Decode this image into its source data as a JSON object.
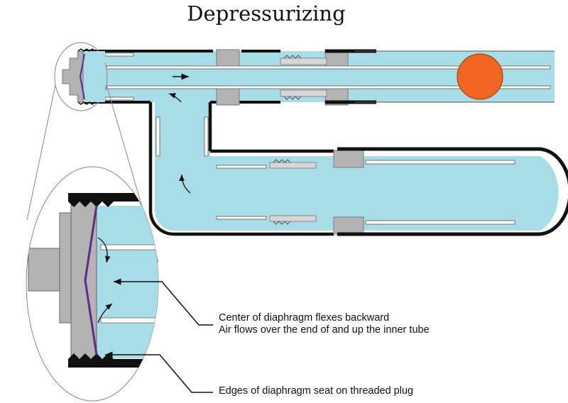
{
  "title": "Depressurizing",
  "annotations": [
    "Center of diaphragm flexes backward",
    "Air flows over the end of and up the inner tube",
    "Edges of diaphragm seat on threaded plug"
  ],
  "colors": {
    "air": "#a8dde7",
    "wall": "#111111",
    "fitting": "#b3b3b3",
    "fitting_edge": "#7a7a7a",
    "ball": "#f06522",
    "diaphragm": "#5b2d86"
  }
}
